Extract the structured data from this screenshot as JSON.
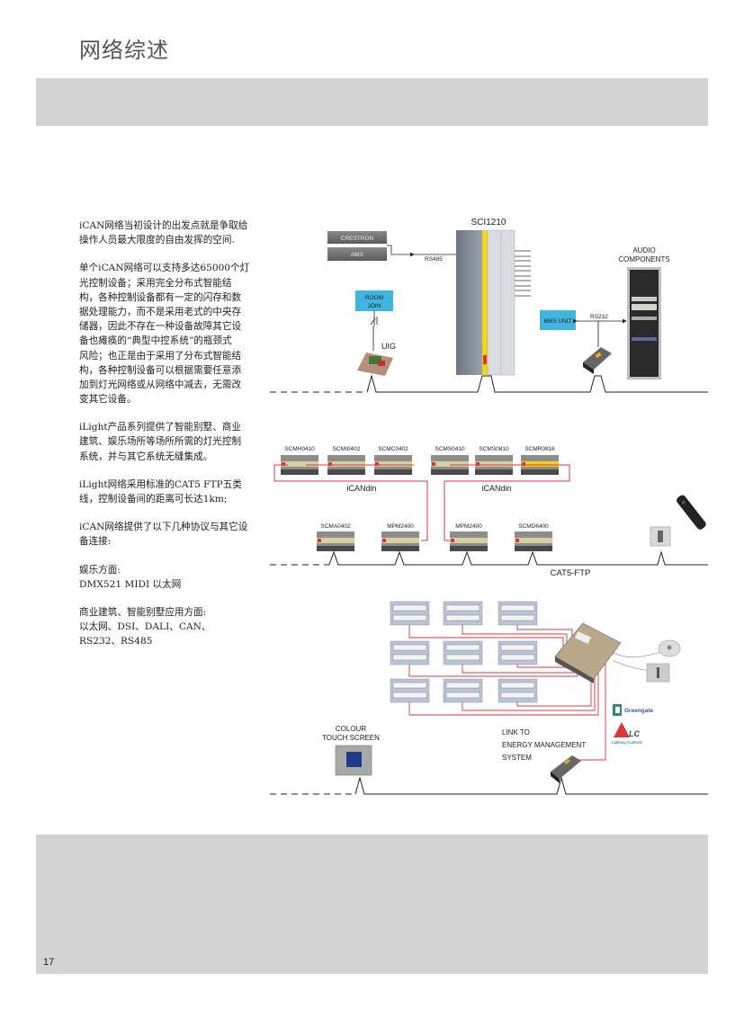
{
  "page": {
    "title": "网络综述",
    "page_number": "17"
  },
  "body_text": {
    "paragraphs": [
      [
        "iCAN网络当初设计的出发点就是争取给",
        "操作人员最大限度的自由发挥的空间."
      ],
      [
        "单个iCAN网络可以支持多达65000个灯",
        "光控制设备；采用完全分布式智能结",
        "构，各种控制设备都有一定的闪存和数",
        "据处理能力，而不是采用老式的中央存",
        "储器，因此不存在一种设备故障其它设",
        "备也瘫痪的“典型中控系统”的瓶颈式",
        "风险；也正是由于采用了分布式智能结",
        "构，各种控制设备可以根据需要任意添",
        "加到灯光网络或从网络中减去，无需改",
        "变其它设备。"
      ],
      [
        "iLight产品系列提供了智能别墅、商业",
        "建筑、娱乐场所等场所所需的灯光控制",
        "系统，并与其它系统无缝集成。"
      ],
      [
        "iLight网络采用标准的CAT5 FTP五类",
        "线，控制设备间的距离可长达1km;"
      ],
      [
        "iCAN网络提供了以下几种协议与其它设",
        "备连接:"
      ],
      [
        "娱乐方面:",
        "DMX521  MIDI 以太网"
      ],
      [
        "商业建筑、智能别墅应用方面:",
        "以太网、DSI、DALI、CAN、",
        "RS232、RS485"
      ]
    ]
  },
  "diagram": {
    "top": {
      "sci_label": "SCI1210",
      "crestron": "CRESTRON",
      "amx": "AMX",
      "rs485": "RS485",
      "room_join_1": "ROOM",
      "room_join_2": "JOIN",
      "uig": "UIG",
      "bms_unit": "BMS UNIT",
      "rs232": "RS232",
      "audio_1": "AUDIO",
      "audio_2": "COMPONENTS"
    },
    "middle": {
      "top_row": [
        "SCMH0410",
        "SCMI0402",
        "SCMC0402",
        "SCMS0410",
        "SCMS0810",
        "SCMR0816"
      ],
      "bus_label_left": "iCANdin",
      "bus_label_right": "iCANdin",
      "bottom_row": [
        "SCMA0402",
        "MPM2400",
        "MPM2400",
        "SCMD6400"
      ],
      "cable_label": "CAT5-FTP"
    },
    "bottom": {
      "touch_1": "COLOUR",
      "touch_2": "TOUCH SCREEN",
      "link_1": "LINK TO",
      "link_2": "ENERGY MANAGEMENT",
      "link_3": "SYSTEM",
      "logo_greengate": "Greengate",
      "logo_alc": "LC",
      "logo_alc_sub": "Lighting Controls"
    }
  },
  "colors": {
    "band": "#d3d3d3",
    "cyan_box": "#3fb6df",
    "red_wire": "#d9383a",
    "yellow": "#f2d21b"
  }
}
